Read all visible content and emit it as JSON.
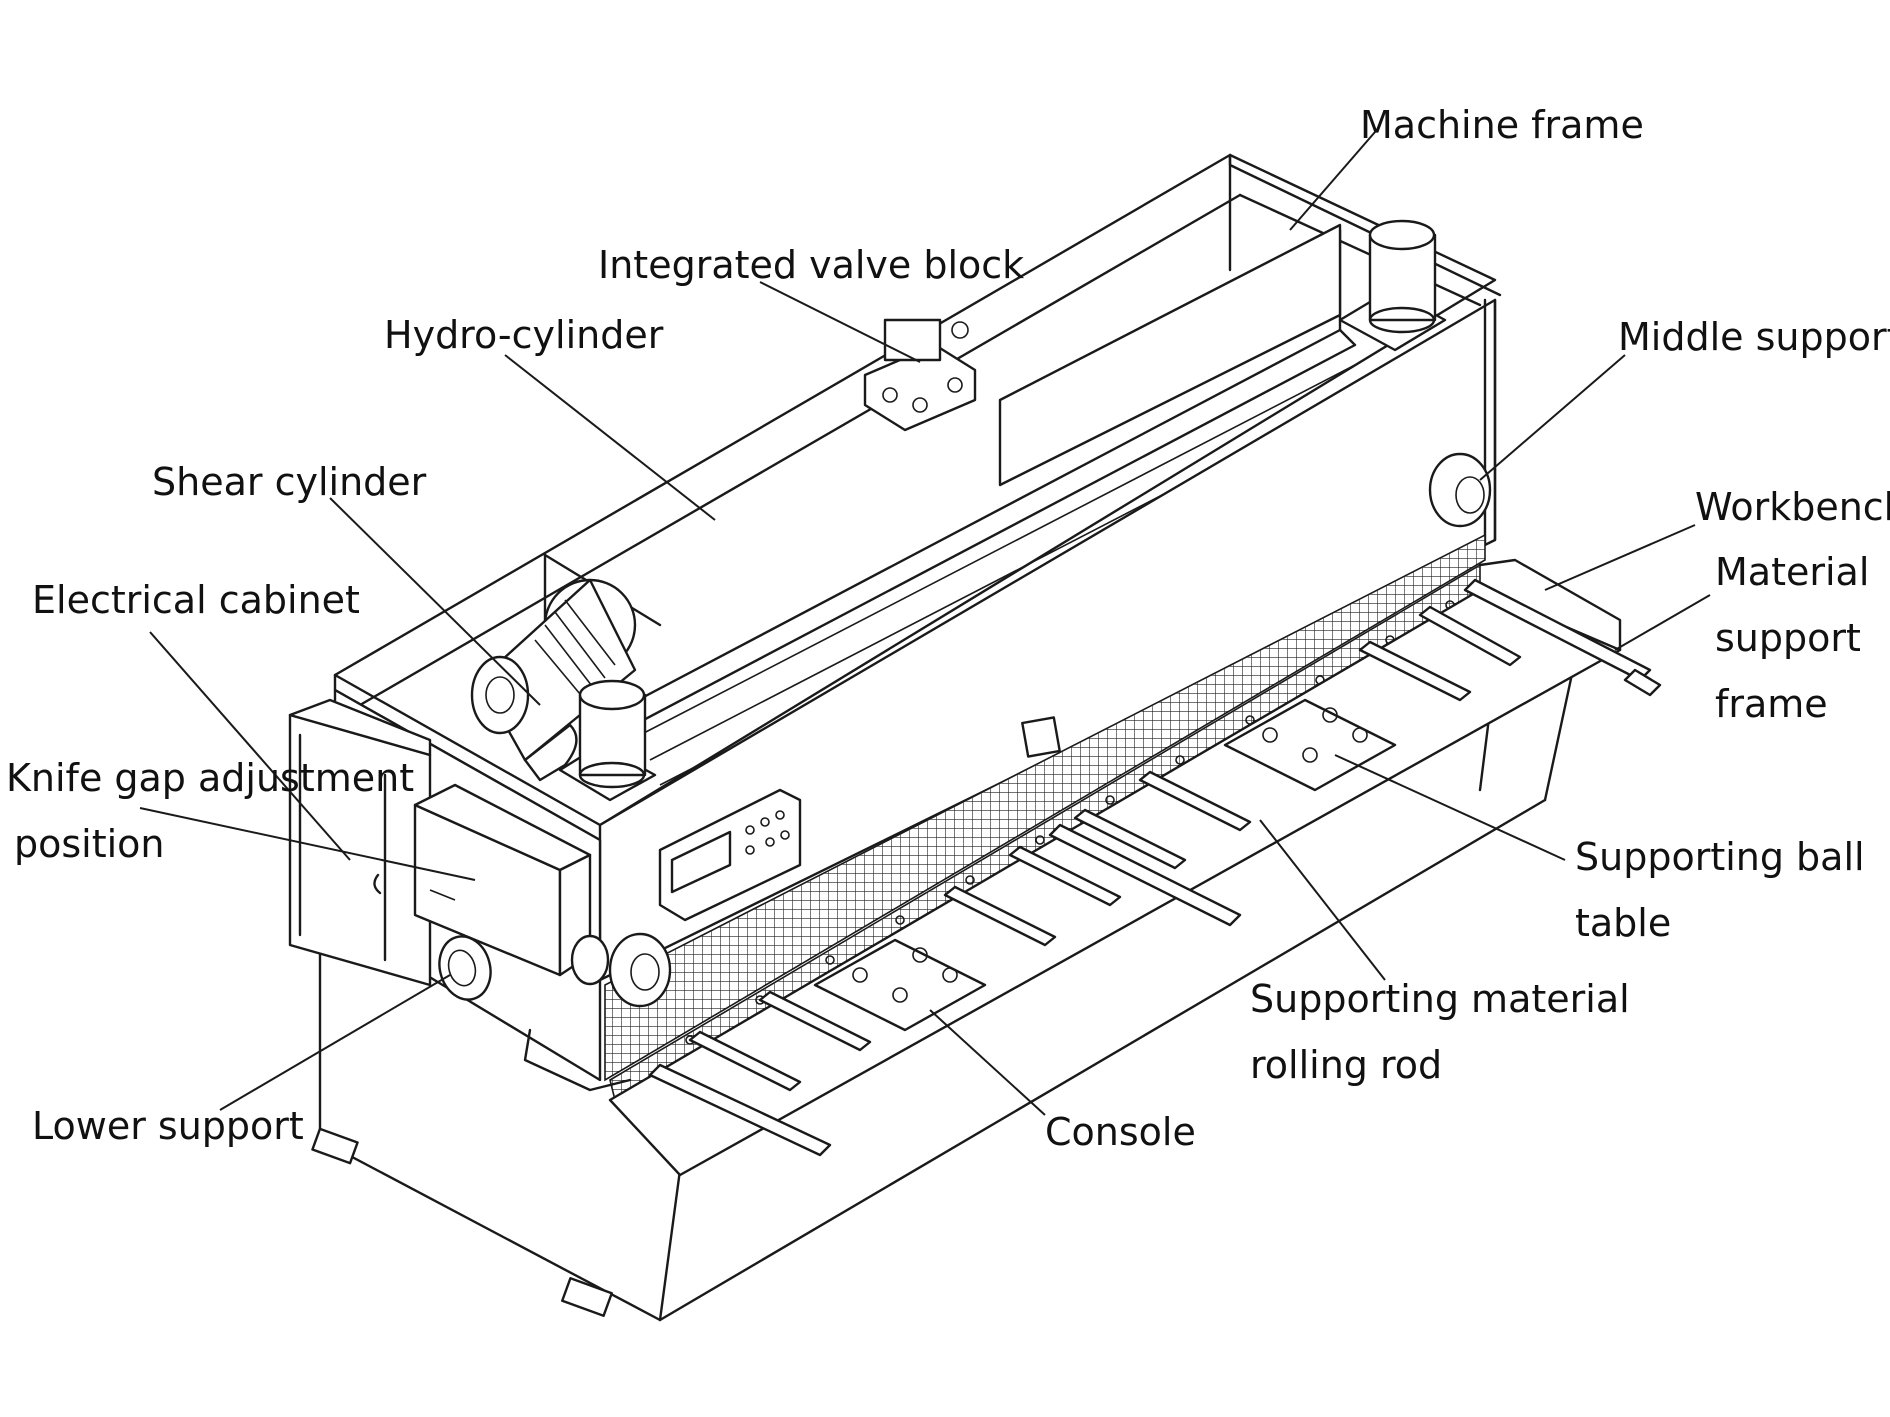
{
  "diagram": {
    "subject": "hydraulic-shearing-machine",
    "labels": {
      "machine_frame": "Machine frame",
      "integrated_valve_block": "Integrated valve block",
      "hydro_cylinder": "Hydro-cylinder",
      "middle_support": "Middle support",
      "shear_cylinder": "Shear cylinder",
      "workbench": "Workbench",
      "material_support_frame": [
        "Material",
        "support",
        "frame"
      ],
      "electrical_cabinet": "Electrical cabinet",
      "knife_gap_adjustment_position": [
        "Knife gap adjustment",
        "position"
      ],
      "supporting_ball_table": [
        "Supporting ball",
        "table"
      ],
      "supporting_material_rolling_rod": [
        "Supporting material",
        "rolling rod"
      ],
      "lower_support": "Lower support",
      "console": "Console"
    }
  }
}
